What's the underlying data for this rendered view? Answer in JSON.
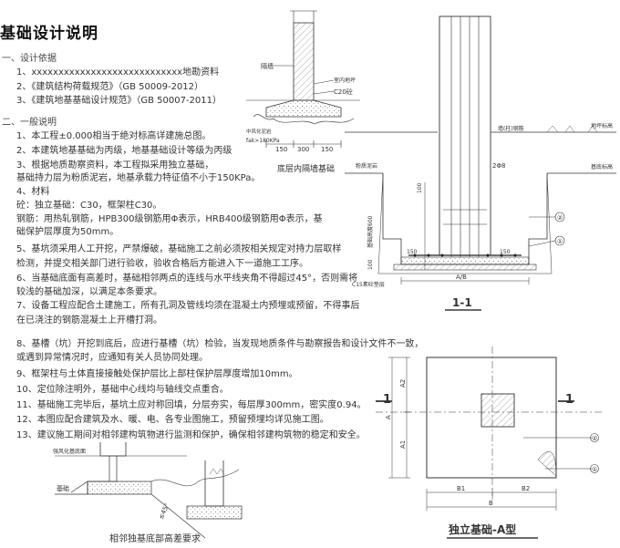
{
  "title": "基础设计说明",
  "section1": {
    "heading": "一、设计依据",
    "items": [
      "1、xxxxxxxxxxxxxxxxxxxxxxxxxxxx地勘资料",
      "2、《建筑结构荷载规范》（GB 50009-2012）",
      "3、《建筑地基基础设计规范》（GB 50007-2011）"
    ]
  },
  "section2": {
    "heading": "二、一般说明",
    "items": [
      "1、本工程±0.000相当于绝对标高详建施总图。",
      "2、本建筑地基基础为丙级，地基基础设计等级为丙级",
      "3、根据地质勘察资料，本工程拟采用独立基础，",
      "   基础持力层为粉质泥岩，地基承载力特征值不小于150KPa。",
      "4、材料",
      "   砼：独立基础：C30，框架柱C30。",
      "   钢筋：用热轧钢筋，HPB300级钢筋用Φ表示，HRB400级钢筋用Φ表示，基",
      "   础保护层厚度为50mm。",
      "5、基坑须采用人工开挖，严禁爆破，基础施工之前必须按相关规定对持力层取样",
      "   检测，并提交相关部门进行验收，验收合格后方能进入下一道施工工序。",
      "6、当基础底面有高差时，基础相邻两点的连线与水平线夹角不得超过45°，否则需将",
      "   较浅的基础加深，以满足本条要求。",
      "7、设备工程应配合土建施工，所有孔洞及管线均须在混凝土内预埋或预留，不得事后",
      "   在已浇注的钢筋混凝土上开槽打洞。",
      "8、基槽（坑）开挖到底后，应进行基槽（坑）检验，当发现地质条件与勘察报告和设计文件不一致，",
      "   或遇到异常情况时，应通知有关人员协同处理。",
      "9、框架柱与土体直接接触处保护层比上部柱保护层厚度增加10mm。",
      "10、定位除注明外，基础中心线均与轴线交点重合。",
      "11、基础施工完毕后，基坑土应对称回填，分层夯实，每层厚300mm，密实度0.94。",
      "12、本图应配合建筑及水、暖、电、各专业图施工，预留预埋均详见施工图。",
      "13、建议施工期间对相邻建构筑物进行监测和保护，确保相邻建构筑物的稳定和安全。"
    ]
  },
  "wall_detail": {
    "caption": "底层内隔墙基础",
    "label_wall": "隔墙",
    "label_floor": "室内地坪",
    "label_concrete": "C20砼",
    "label_fill": "中风化泥岩",
    "label_bearing": "fak>180KPa",
    "dims": [
      "150",
      "300",
      "150"
    ]
  },
  "section_1_1": {
    "caption": "1-1",
    "label_column_rebar": "墙(柱)钢筋",
    "label_ground": "地坪标高",
    "label_pit": "基底标高",
    "label_soil": "粉质泥岩",
    "label_rebar": "2Φ8",
    "label_base_height": "基础高度600",
    "label_cushion": "C15素砼垫层",
    "label_ab": "A/B",
    "dims": [
      "100",
      "150",
      "150",
      "100"
    ],
    "markers": [
      "②",
      "①"
    ]
  },
  "plan_a": {
    "caption": "独立基础-A型",
    "section_marks": [
      "1",
      "1"
    ],
    "dims_h": [
      "B1",
      "B2",
      "B"
    ],
    "dims_v": [
      "A2",
      "A1",
      "A"
    ],
    "markers": [
      "②",
      "①"
    ]
  },
  "step_detail": {
    "caption": "相邻独基底部高差要求",
    "label_top": "强风化基底面",
    "label_base": "基础",
    "label_angle": "≤45°"
  }
}
